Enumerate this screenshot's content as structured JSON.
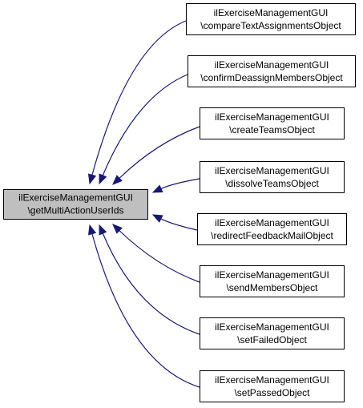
{
  "focus": {
    "line1": "ilExerciseManagementGUI",
    "line2": "\\getMultiActionUserIds"
  },
  "callers": [
    {
      "line1": "ilExerciseManagementGUI",
      "line2": "\\compareTextAssignmentsObject"
    },
    {
      "line1": "ilExerciseManagementGUI",
      "line2": "\\confirmDeassignMembersObject"
    },
    {
      "line1": "ilExerciseManagementGUI",
      "line2": "\\createTeamsObject"
    },
    {
      "line1": "ilExerciseManagementGUI",
      "line2": "\\dissolveTeamsObject"
    },
    {
      "line1": "ilExerciseManagementGUI",
      "line2": "\\redirectFeedbackMailObject"
    },
    {
      "line1": "ilExerciseManagementGUI",
      "line2": "\\sendMembersObject"
    },
    {
      "line1": "ilExerciseManagementGUI",
      "line2": "\\setFailedObject"
    },
    {
      "line1": "ilExerciseManagementGUI",
      "line2": "\\setPassedObject"
    }
  ],
  "colors": {
    "edge": "#191970",
    "focus_fill": "#bfbfbf",
    "node_fill": "#ffffff",
    "node_stroke": "#000000"
  }
}
